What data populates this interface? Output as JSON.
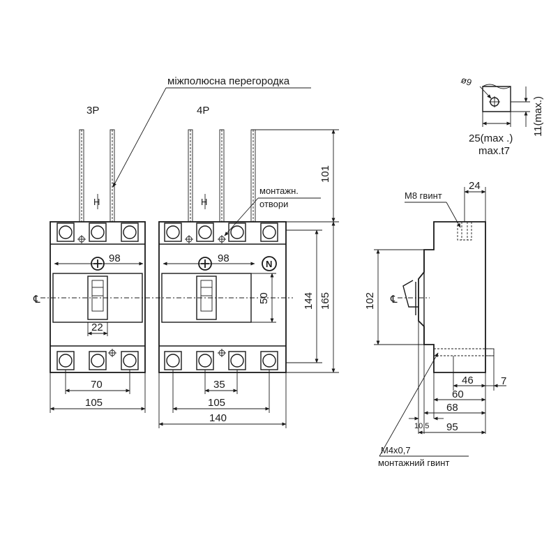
{
  "labels": {
    "interpole_barrier": "міжполюсна перегородка",
    "mounting_holes_line1": "монтажн.",
    "mounting_holes_line2": "отвори",
    "variant_3p": "3P",
    "variant_4p": "4P",
    "m8_screw": "M8 гвинт",
    "m4_screw": "M4x0,7",
    "mounting_screw": "монтажний гвинт",
    "neutral_mark": "N",
    "centerline_symbol": "℄",
    "hole_diameter": "ø9",
    "terminal_max_width": "25(max .)",
    "terminal_max_thickness": "max.t7",
    "terminal_max_offset": "11(max.)"
  },
  "dimensions": {
    "dim_98_3p": "98",
    "dim_22": "22",
    "dim_70": "70",
    "dim_105_3p": "105",
    "dim_98_4p": "98",
    "dim_50": "50",
    "dim_35": "35",
    "dim_105_4p": "105",
    "dim_140": "140",
    "dim_101": "101",
    "dim_144": "144",
    "dim_165": "165",
    "dim_24": "24",
    "dim_102": "102",
    "dim_46": "46",
    "dim_7": "7",
    "dim_60": "60",
    "dim_68": "68",
    "dim_10_5": "10.5",
    "dim_95": "95"
  }
}
